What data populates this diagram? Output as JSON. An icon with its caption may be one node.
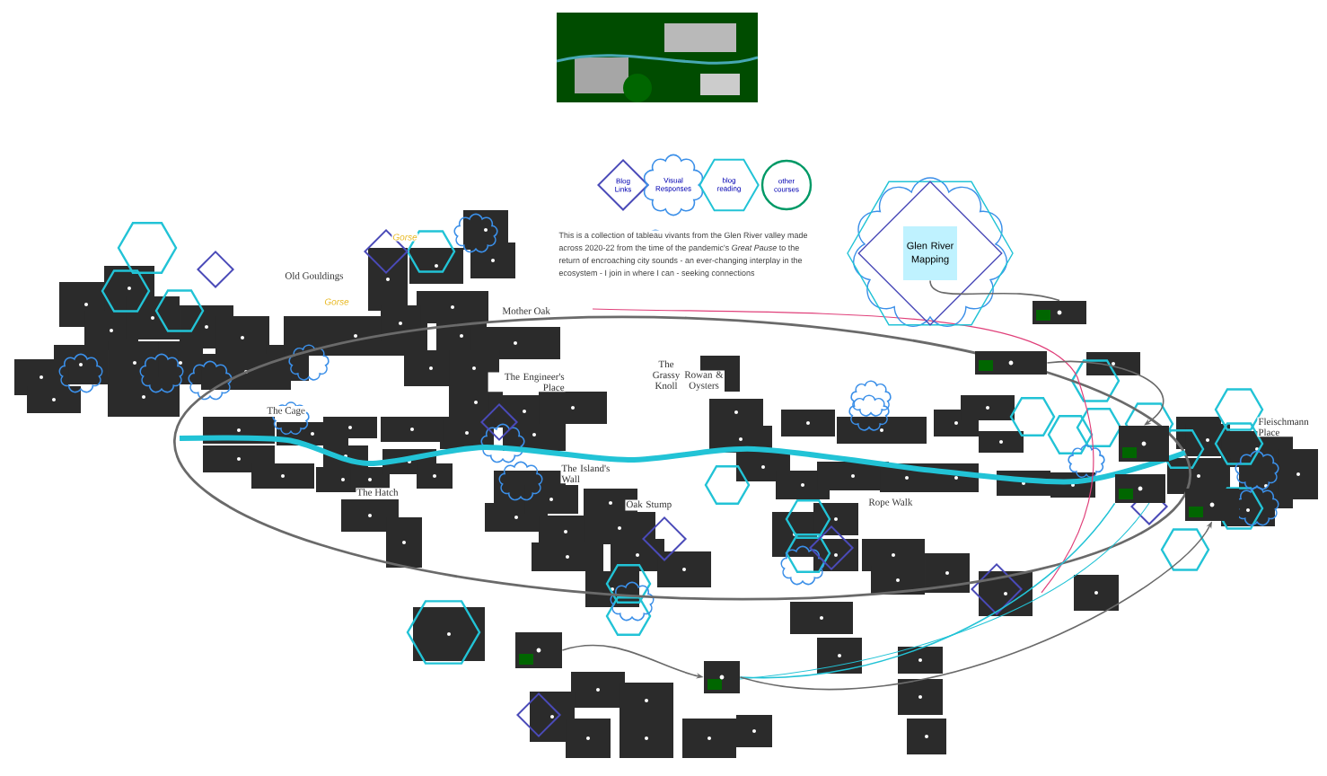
{
  "diagram": {
    "nodes": [
      {
        "text": [],
        "shape": "picture"
      },
      {
        "text": [
          "Blog Links"
        ]
      },
      {
        "text": [
          "Visual Responses"
        ]
      },
      {
        "text": [
          "blog reading"
        ]
      },
      {
        "text": [
          "other courses"
        ]
      },
      {
        "text": [
          "Glen River Mapping"
        ]
      },
      {
        "text": [],
        "shape": "picture"
      },
      {
        "text": [],
        "shape": "picture"
      },
      {
        "text": [],
        "shape": "picture"
      },
      {
        "text": [],
        "shape": "picture"
      },
      {
        "text": [],
        "shape": "picture"
      },
      {
        "text": [],
        "shape": "picture"
      },
      {
        "text": [],
        "shape": "picture"
      }
    ],
    "edges": [
      {
        "from": 5,
        "to": 6,
        "arrow": "none"
      },
      {
        "from": 7,
        "to": 8,
        "arrow": "to"
      },
      {
        "from": 9,
        "to": 8,
        "arrow": "none",
        "color": "#22c3d6"
      },
      {
        "from": 8,
        "to": 10,
        "arrow": "to"
      },
      {
        "from": 11,
        "to": 12,
        "arrow": "to"
      }
    ],
    "labels": [
      "Gorse",
      "This is a collection of tableau vivants from the Glen River valley made across 2020-22 from the time of the pandemic's *Great Pause* to the return of encroaching city sounds - an ever-changing interplay in the ecosystem - I join in where I can - seeking connections",
      "Old Gouldings",
      "Gorse",
      "Mother Oak",
      "The Grassy Knoll",
      "Rowan & Oysters",
      "The Engineer's Place",
      "The Cage",
      "Fleischmann Place",
      "The Island's Wall",
      "The Hatch",
      "Oak Stump",
      "Rope Walk"
    ]
  }
}
